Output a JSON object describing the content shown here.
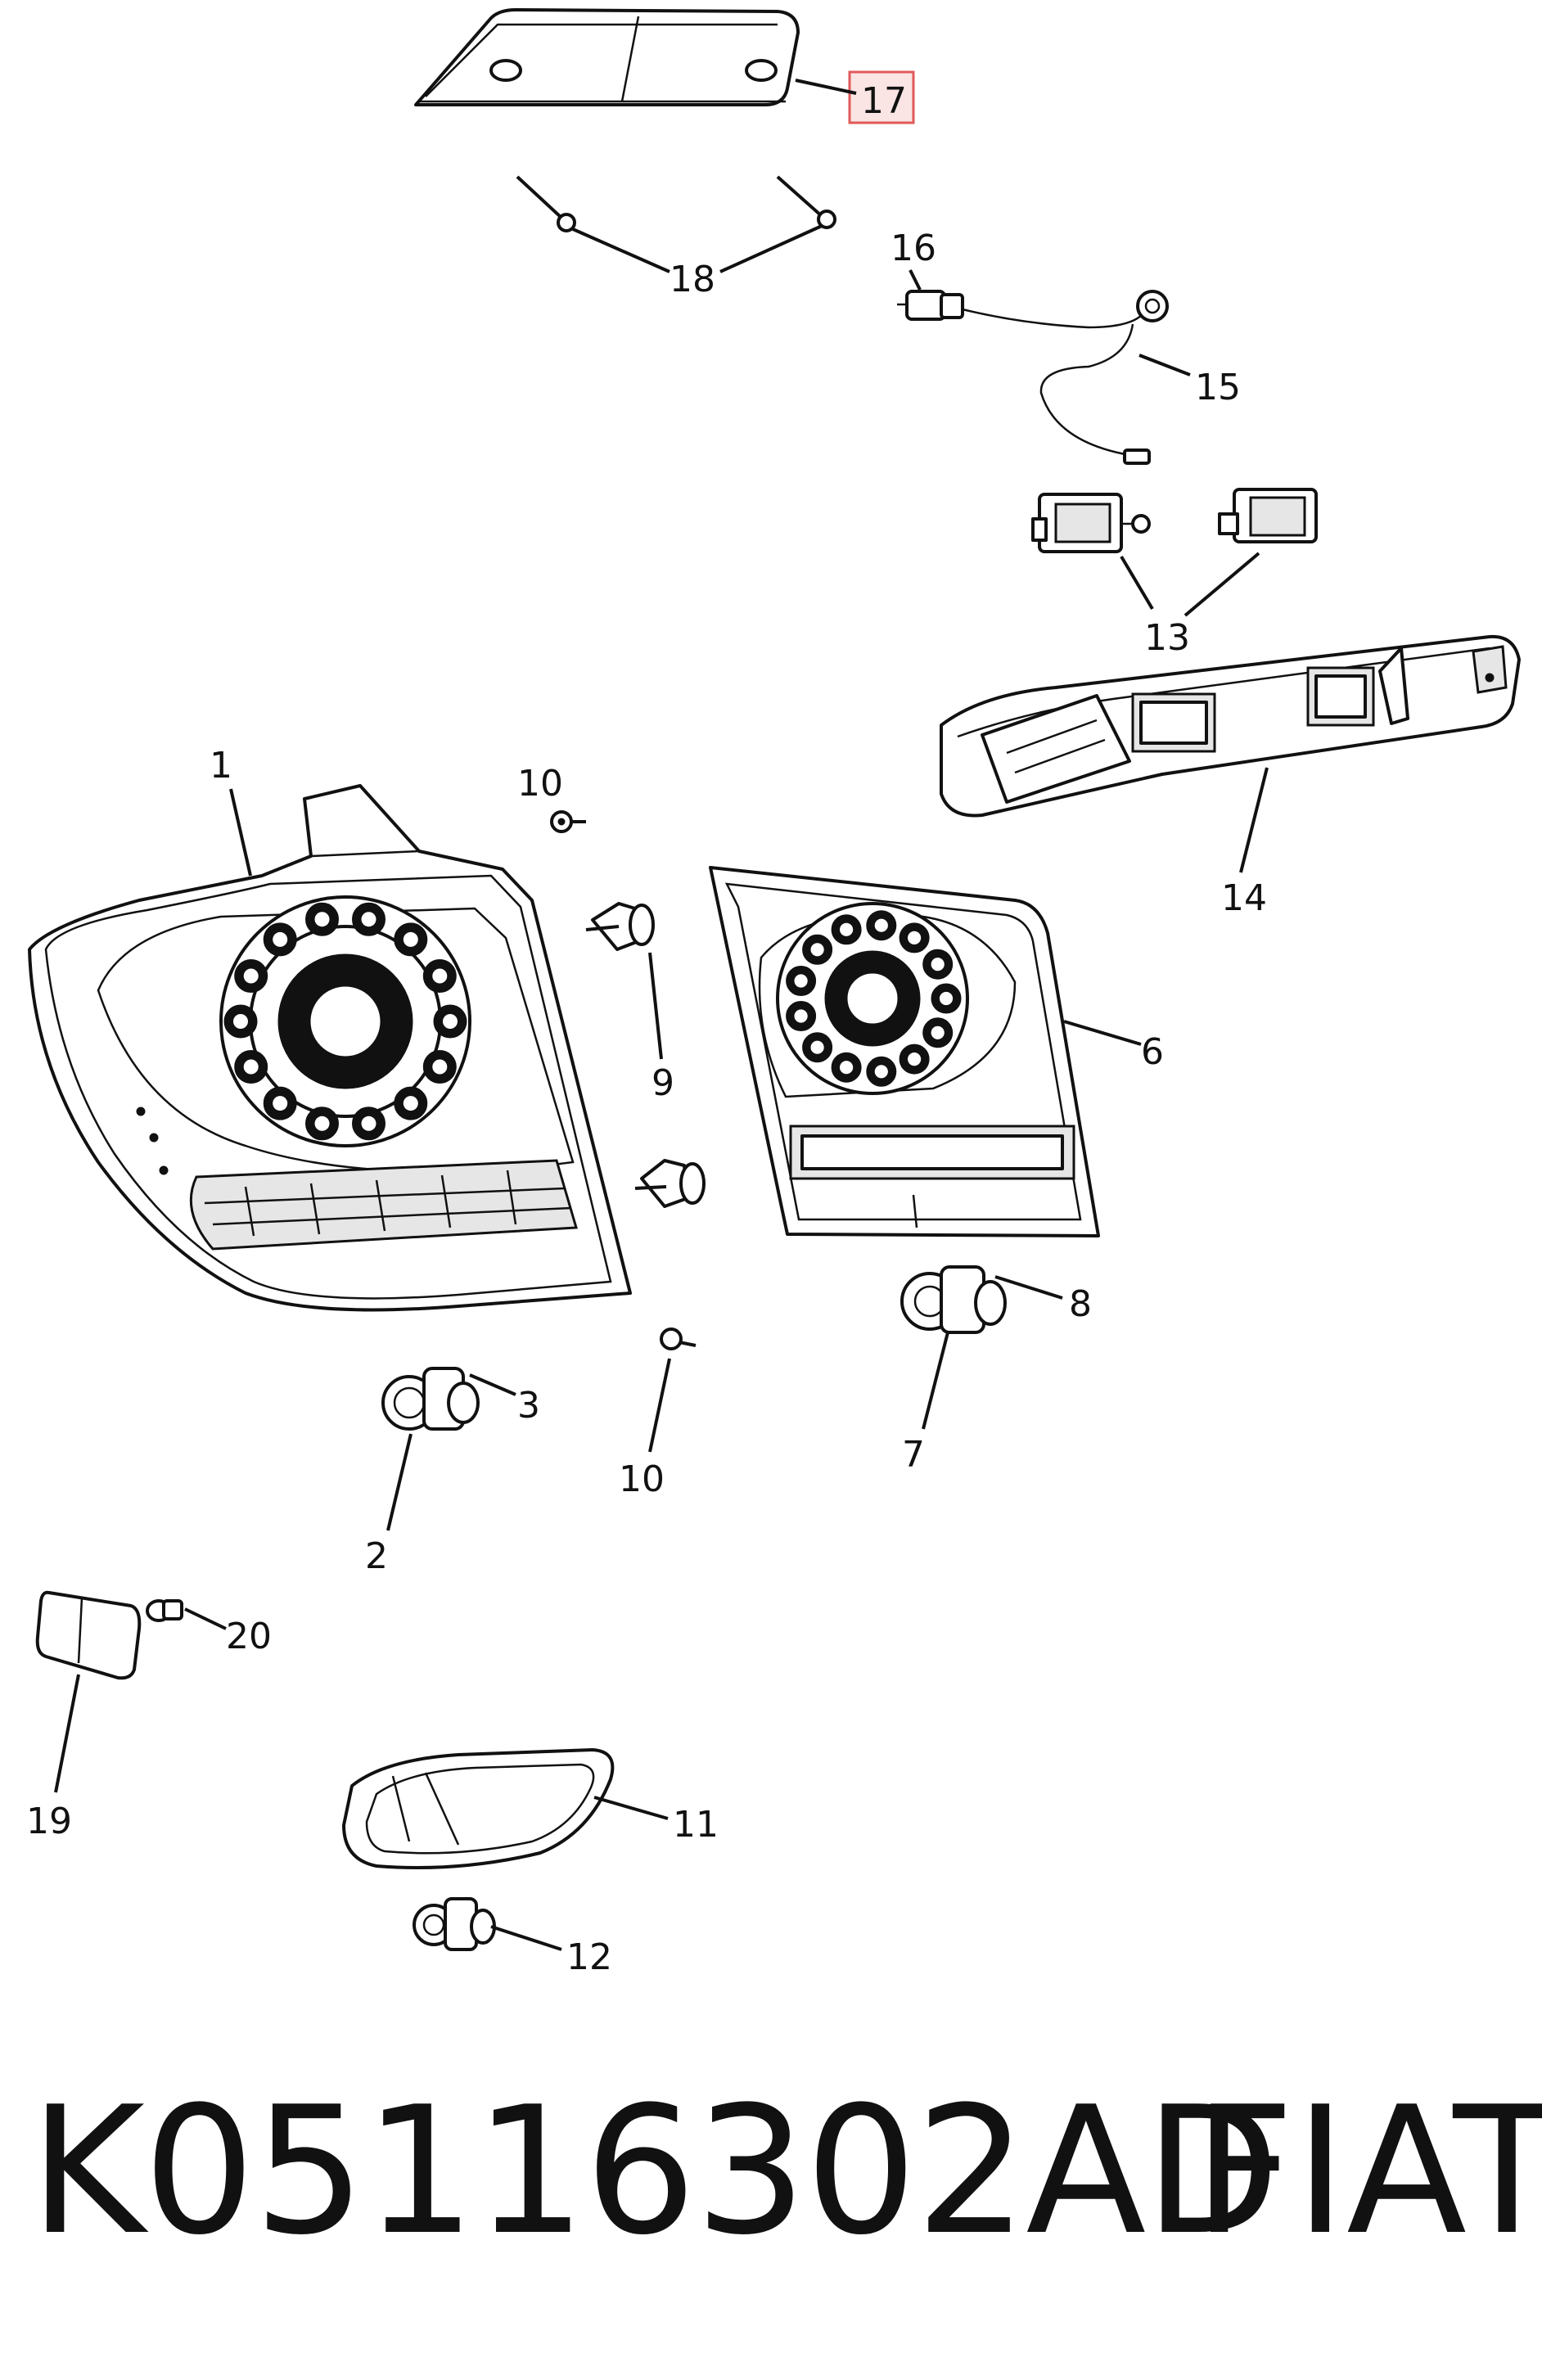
{
  "callouts": {
    "c1": "1",
    "c2": "2",
    "c3": "3",
    "c6": "6",
    "c7": "7",
    "c8": "8",
    "c9": "9",
    "c10a": "10",
    "c10b": "10",
    "c11": "11",
    "c12": "12",
    "c13": "13",
    "c14": "14",
    "c15": "15",
    "c16": "16",
    "c17": "17",
    "c18": "18",
    "c19": "19",
    "c20": "20"
  },
  "highlight": {
    "callout": "17",
    "color": "#e05a5a",
    "fill": "#fbe4e4"
  },
  "footer": {
    "part_number": "K05116302AD",
    "brand": "FIAT"
  }
}
